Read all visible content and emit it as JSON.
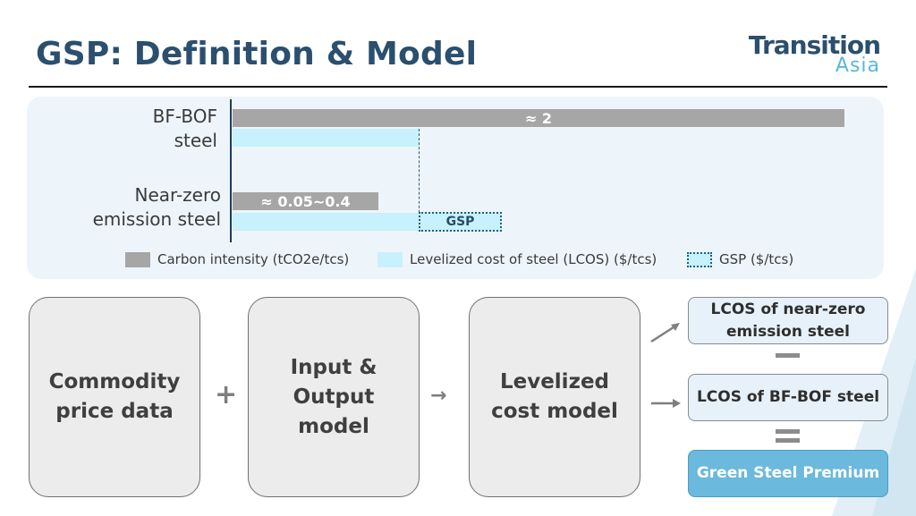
{
  "header": {
    "title": "GSP: Definition & Model",
    "logo_top": "Transition",
    "logo_bottom": "Asia"
  },
  "chart": {
    "categories": [
      "BF-BOF steel",
      "Near-zero emission steel"
    ],
    "category_lines": [
      [
        "BF-BOF",
        "steel"
      ],
      [
        "Near-zero",
        "emission steel"
      ]
    ],
    "carbon_intensity_labels": [
      "≈ 2",
      "≈ 0.05~0.4"
    ],
    "gsp_label": "GSP",
    "legend": {
      "carbon_intensity": "Carbon intensity (tCO2e/tcs)",
      "lcos": "Levelized cost of steel (LCOS) ($/tcs)",
      "gsp": "GSP ($/tcs)"
    }
  },
  "model": {
    "boxes": [
      "Commodity price data",
      "Input & Output model",
      "Levelized cost model"
    ],
    "box_lines": [
      [
        "Commodity",
        "price data"
      ],
      [
        "Input &",
        "Output",
        "model"
      ],
      [
        "Levelized",
        "cost model"
      ]
    ],
    "operators": {
      "plus": "+",
      "arrow": "→"
    },
    "results": {
      "near_zero": [
        "LCOS of near-zero",
        "emission steel"
      ],
      "bfbof": "LCOS of BF-BOF steel",
      "premium": "Green Steel Premium"
    }
  },
  "colors": {
    "title": "#2b4f6e",
    "carbon_bar": "#a6a6a6",
    "lcos_bar": "#c7f1fc",
    "premium": "#6bb9dc",
    "panel_bg": "#eef5fa"
  }
}
